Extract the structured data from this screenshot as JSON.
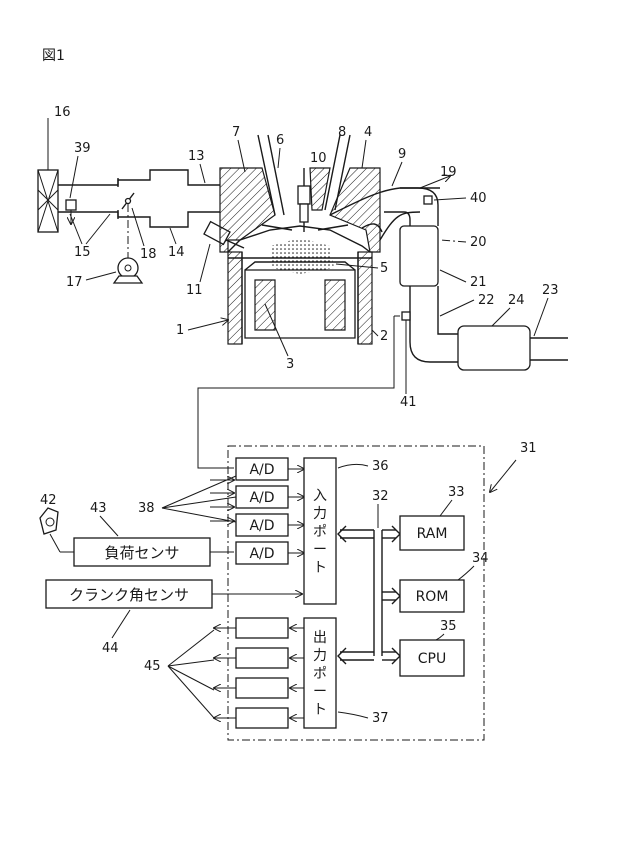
{
  "figure": {
    "title": "図1",
    "labels": {
      "n1": "1",
      "n2": "2",
      "n3": "3",
      "n4": "4",
      "n5": "5",
      "n6": "6",
      "n7": "7",
      "n8": "8",
      "n9": "9",
      "n10": "10",
      "n11": "11",
      "n13": "13",
      "n14": "14",
      "n15": "15",
      "n16": "16",
      "n17": "17",
      "n18": "18",
      "n19": "19",
      "n20": "20",
      "n21": "21",
      "n22": "22",
      "n23": "23",
      "n24": "24",
      "n31": "31",
      "n32": "32",
      "n33": "33",
      "n34": "34",
      "n35": "35",
      "n36": "36",
      "n37": "37",
      "n38": "38",
      "n39": "39",
      "n40": "40",
      "n41": "41",
      "n42": "42",
      "n43": "43",
      "n44": "44",
      "n45": "45"
    },
    "ecu": {
      "ad": [
        "A/D",
        "A/D",
        "A/D",
        "A/D"
      ],
      "input_port": [
        "入",
        "力",
        "ポ",
        "ー",
        "ト"
      ],
      "output_port": [
        "出",
        "力",
        "ポ",
        "ー",
        "ト"
      ],
      "ram": "RAM",
      "rom": "ROM",
      "cpu": "CPU",
      "load_sensor": "負荷センサ",
      "crank_sensor": "クランク角センサ"
    }
  }
}
